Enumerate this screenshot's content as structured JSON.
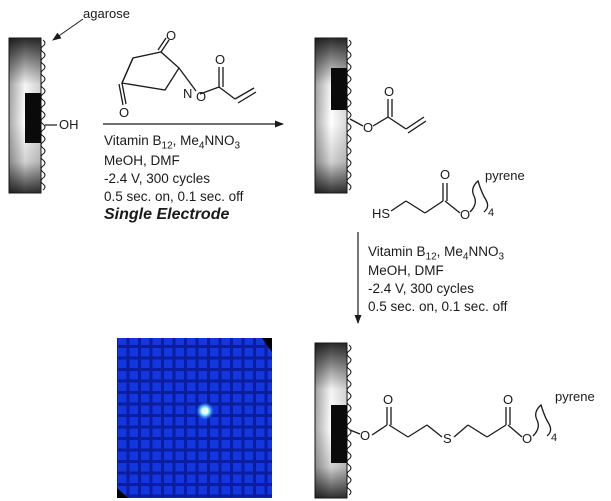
{
  "labels": {
    "agarose": "agarose",
    "oh": "OH",
    "pyrene_reagent": "pyrene",
    "pyrene_product": "pyrene",
    "sub4": "4"
  },
  "atoms": {
    "o": "O",
    "n": "N",
    "s": "S",
    "hs": "HS"
  },
  "step1": {
    "line1_a": "Vitamin B",
    "line1_sub": "12",
    "line1_b": ", Me",
    "line1_sub2": "4",
    "line1_c": "NNO",
    "line1_sub3": "3",
    "line2": "MeOH, DMF",
    "line3": "-2.4 V, 300 cycles",
    "line4": "0.5 sec. on, 0.1 sec. off",
    "line5": "Single Electrode"
  },
  "step2": {
    "line1_a": "Vitamin B",
    "line1_sub": "12",
    "line1_b": ", Me",
    "line1_sub2": "4",
    "line1_c": "NNO",
    "line1_sub3": "3",
    "line2": "MeOH, DMF",
    "line3": "-2.4 V, 300 cycles",
    "line4": "0.5 sec. on, 0.1 sec. off"
  },
  "colors": {
    "ink": "#1a1a1a",
    "micrograph_bg": "#1230d8",
    "micrograph_grid": "#0a1c9a",
    "spot": "#7fe8ff"
  }
}
